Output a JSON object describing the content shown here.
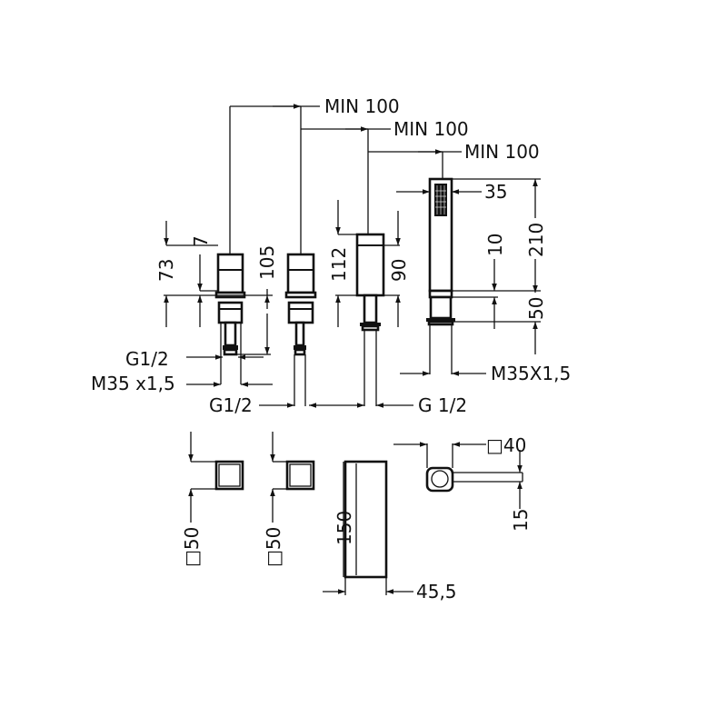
{
  "drawing": {
    "min_spacing_labels": [
      "MIN 100",
      "MIN 100",
      "MIN 100"
    ],
    "valve_dims": {
      "height_total": "73",
      "cap": "7",
      "height_inlet": "105",
      "thread_inlet": "G1/2",
      "thread_outlet": "M35 x1,5",
      "thread_inlet_2": "G1/2"
    },
    "spout_dims": {
      "height": "112",
      "body": "90",
      "thread": "G 1/2"
    },
    "handshower_dims": {
      "width": "35",
      "length": "210",
      "collar": "10",
      "holder": "50",
      "thread": "M35X1,5"
    },
    "plan_dims": {
      "valve_1": "□50",
      "valve_2": "□50",
      "spout_length": "150",
      "spout_width": "45,5",
      "holder_square": "□40",
      "holder_offset": "15"
    }
  }
}
